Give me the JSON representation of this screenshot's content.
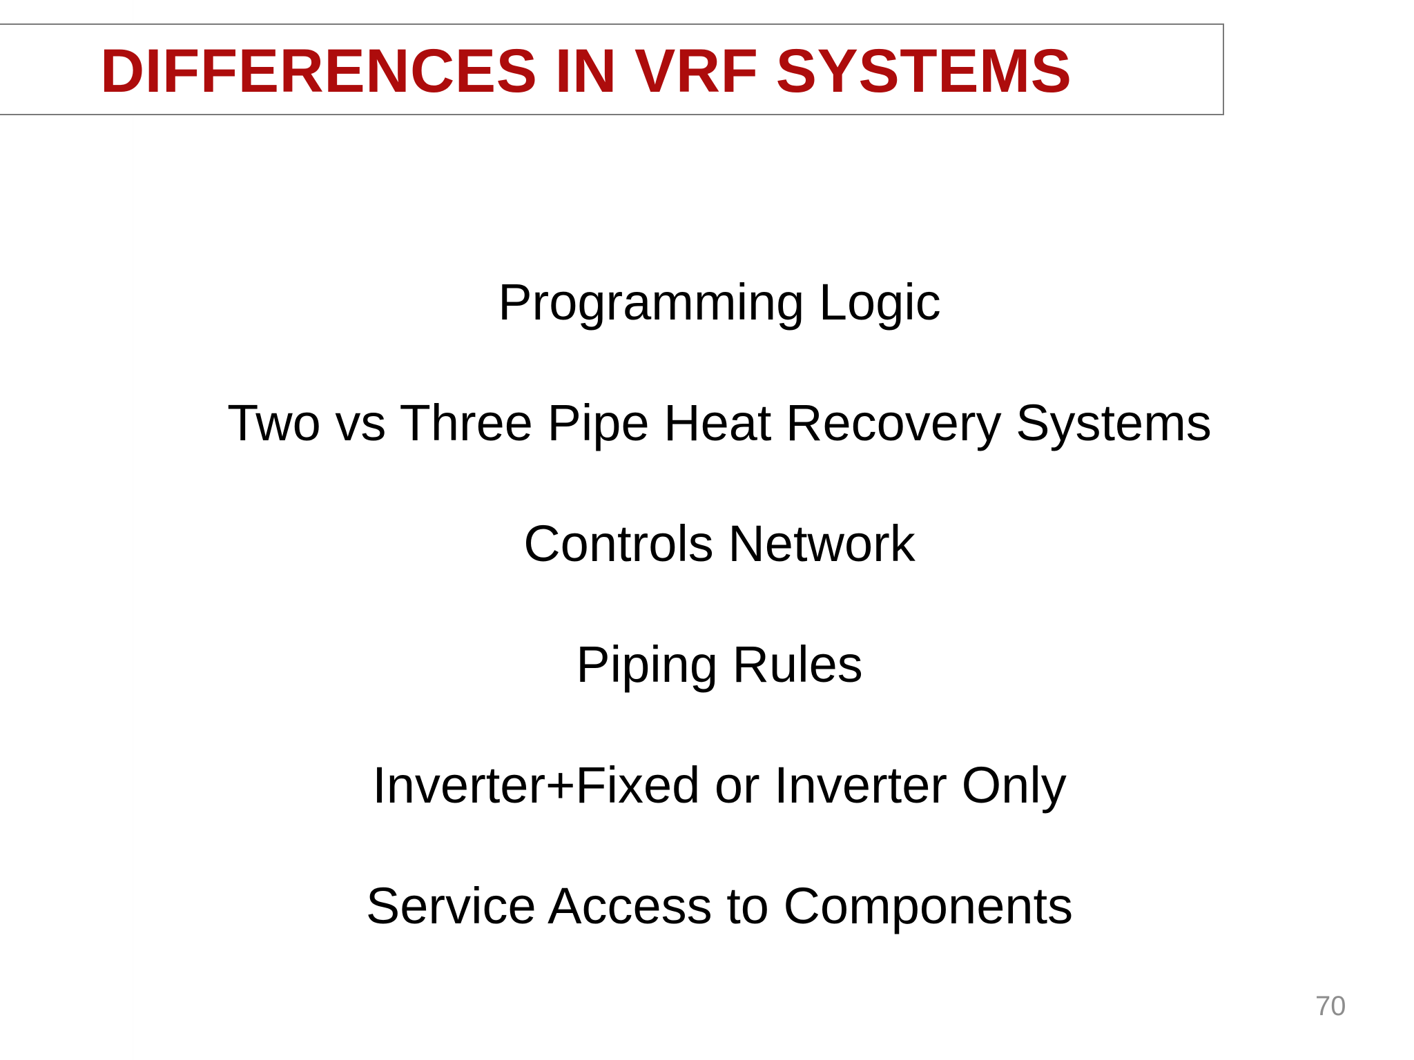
{
  "slide": {
    "background_color": "#ffffff",
    "title": {
      "text": "DIFFERENCES IN VRF SYSTEMS",
      "color": "#ad0c0c",
      "border_color": "#7a7a7a"
    },
    "body_lines": [
      {
        "text": "Programming Logic"
      },
      {
        "text": "Two vs Three Pipe Heat Recovery Systems"
      },
      {
        "text": "Controls Network"
      },
      {
        "text": "Piping Rules"
      },
      {
        "text": "Inverter+Fixed or Inverter Only"
      },
      {
        "text": "Service Access to Components"
      }
    ],
    "page_number": {
      "text": "70",
      "color": "#8d8d8d"
    }
  }
}
